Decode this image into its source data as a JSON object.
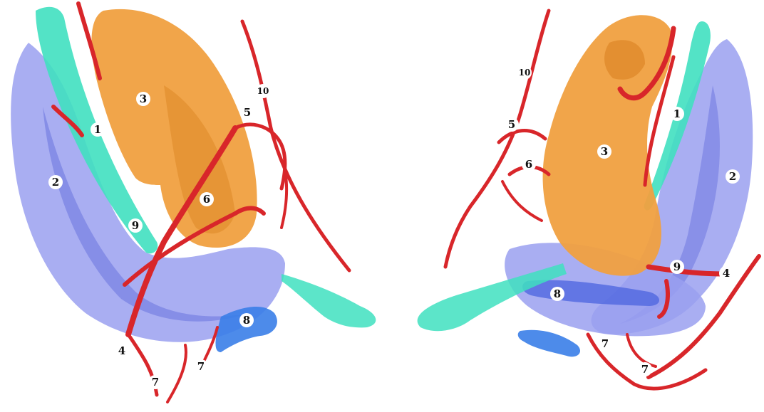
{
  "figure": {
    "left_view": {
      "labels": [
        "1",
        "2",
        "3",
        "4",
        "5",
        "6",
        "7",
        "7",
        "8",
        "9",
        "10"
      ]
    },
    "right_view": {
      "labels": [
        "1",
        "2",
        "3",
        "4",
        "5",
        "6",
        "7",
        "7",
        "8",
        "9",
        "10"
      ]
    }
  },
  "colors": {
    "structure_1": "#40e0c0",
    "structure_2": "#9aa0f0",
    "structure_3": "#f0a040",
    "structure_8": "#3a7ee8",
    "vessels": "#d8262a",
    "background": "#ffffff"
  }
}
